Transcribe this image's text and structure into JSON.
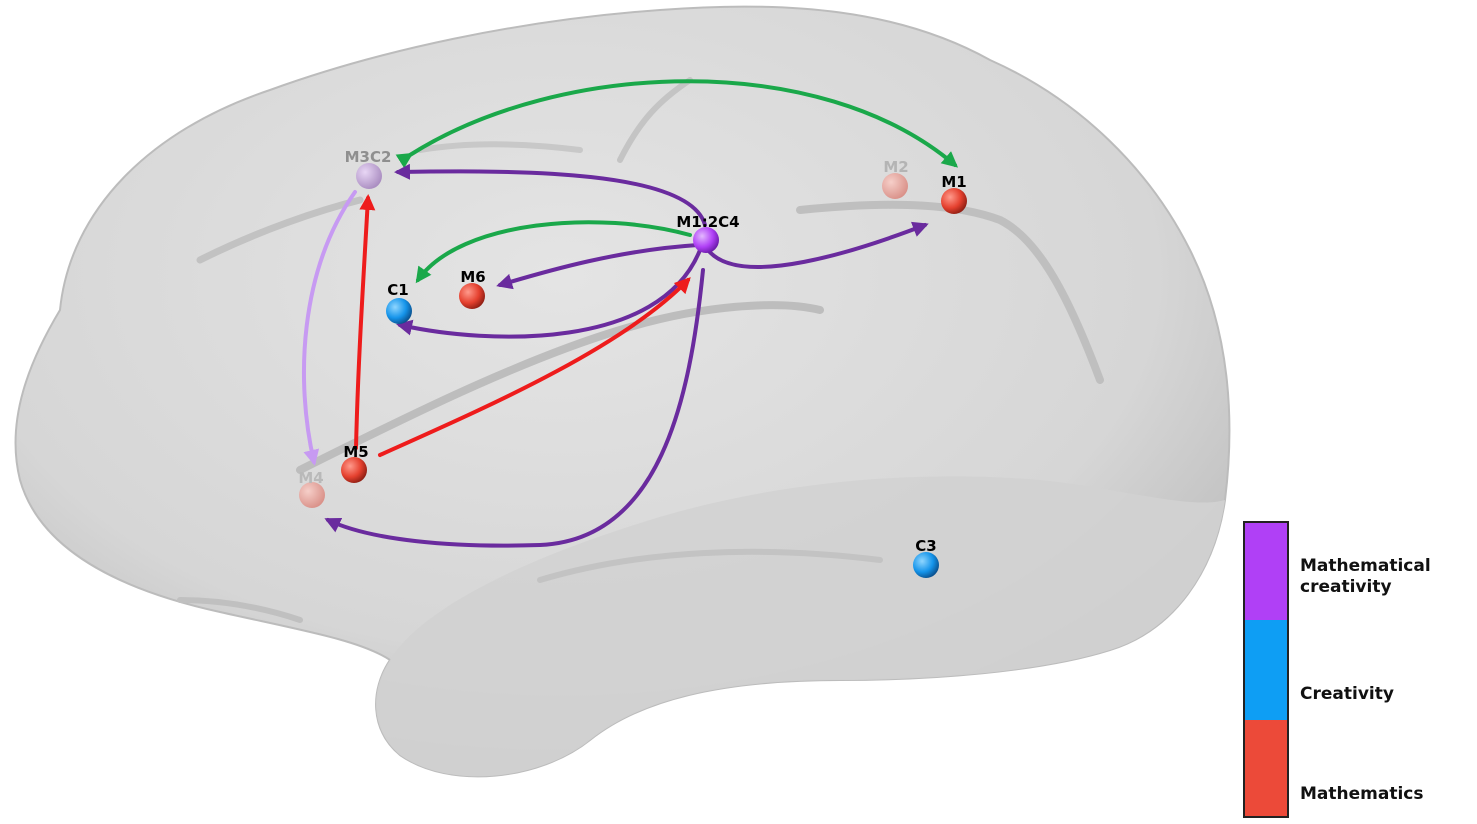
{
  "colors": {
    "math_creativity": "#b040f6",
    "creativity": "#0e9ef4",
    "mathematics": "#ec4a39",
    "arrow_green": "#1aa84a",
    "arrow_purple": "#6a2b9e",
    "arrow_red": "#ee1c1c",
    "arrow_lavender": "#c79af2"
  },
  "nodes": {
    "m3c2": "M3C2",
    "m2": "M2",
    "m1": "M1",
    "m1_2c4": "M1:2C4",
    "c1": "C1",
    "m6": "M6",
    "m5": "M5",
    "m4": "M4",
    "c3": "C3"
  },
  "legend": {
    "math_creativity": "Mathematical creativity",
    "creativity": "Creativity",
    "mathematics": "Mathematics"
  }
}
